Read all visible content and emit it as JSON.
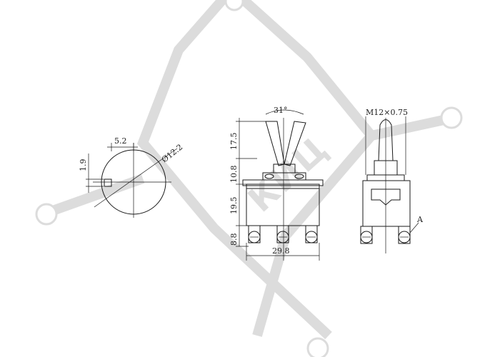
{
  "watermark": {
    "text": "КИЦ",
    "color": "#dcdcdc"
  },
  "dimensions": {
    "top_view": {
      "width_5_2": "5.2",
      "height_1_9": "1.9",
      "diameter": "Ø12.2"
    },
    "front_view": {
      "angle": "31°",
      "lever_height": "17.5",
      "bushing_height": "10.8",
      "body_height": "19.5",
      "terminal_height": "8.8",
      "body_width": "29.8"
    },
    "side_view": {
      "thread": "M12×0.75",
      "label_a": "A"
    }
  }
}
